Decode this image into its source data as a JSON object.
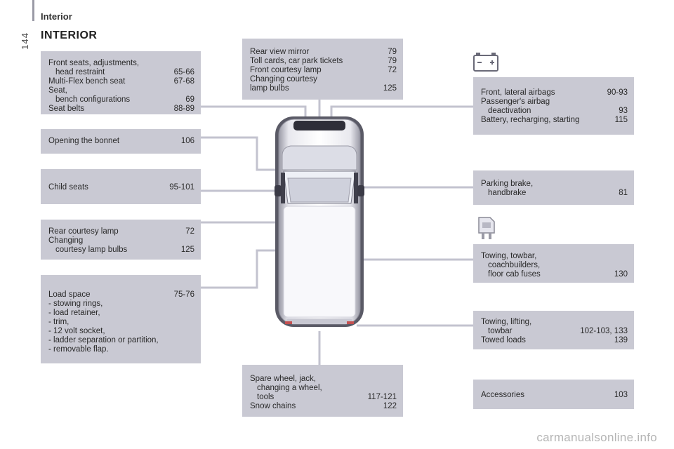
{
  "header": {
    "section": "Interior",
    "page_number": "144"
  },
  "title": "INTERIOR",
  "boxes": {
    "seats": {
      "r1_label": "Front seats, adjustments,",
      "r2_label": "head restraint",
      "r2_page": "65-66",
      "r3_label": "Multi-Flex bench seat",
      "r3_page": "67-68",
      "r4_label": "Seat,",
      "r5_label": "bench configurations",
      "r5_page": "69",
      "r6_label": "Seat belts",
      "r6_page": "88-89"
    },
    "bonnet": {
      "label": "Opening the bonnet",
      "page": "106"
    },
    "child": {
      "label": "Child seats",
      "page": "95-101"
    },
    "rear_lamp": {
      "r1_label": "Rear courtesy lamp",
      "r1_page": "72",
      "r2_label": "Changing",
      "r3_label": "courtesy lamp bulbs",
      "r3_page": "125"
    },
    "load": {
      "label": "Load space",
      "page": "75-76",
      "items": [
        "-  stowing rings,",
        "-  load retainer,",
        "-  trim,",
        "-  12 volt socket,",
        "-  ladder separation or partition,",
        "-  removable flap."
      ]
    },
    "mirror": {
      "r1_label": "Rear view mirror",
      "r1_page": "79",
      "r2_label": "Toll cards, car park tickets",
      "r2_page": "79",
      "r3_label": "Front courtesy lamp",
      "r3_page": "72",
      "r4_label": "Changing courtesy",
      "r5_label": "lamp bulbs",
      "r5_page": "125"
    },
    "spare": {
      "r1_label": "Spare wheel, jack,",
      "r2_label": "changing a wheel,",
      "r3_label": "tools",
      "r3_page": "117-121",
      "r4_label": "Snow chains",
      "r4_page": "122"
    },
    "airbags": {
      "r1_label": "Front, lateral airbags",
      "r1_page": "90-93",
      "r2_label": "Passenger's airbag",
      "r3_label": "deactivation",
      "r3_page": "93",
      "r4_label": "Battery, recharging, starting",
      "r4_page": "115"
    },
    "parking": {
      "r1_label": "Parking brake,",
      "r2_label": "handbrake",
      "r2_page": "81"
    },
    "towbar": {
      "r1_label": "Towing, towbar,",
      "r2_label": "coachbuilders,",
      "r3_label": "floor cab fuses",
      "r3_page": "130"
    },
    "towing": {
      "r1_label": "Towing, lifting,",
      "r2_label": "towbar",
      "r2_page": "102-103, 133",
      "r3_label": "Towed loads",
      "r3_page": "139"
    },
    "accessories": {
      "label": "Accessories",
      "page": "103"
    }
  },
  "icons": {
    "battery": "battery-icon",
    "fuse": "fuse-icon",
    "vehicle": "van-top-view"
  },
  "colors": {
    "box": "#c9c9d3",
    "line": "#c3c3cf"
  },
  "watermark": "carmanualsonline.info"
}
